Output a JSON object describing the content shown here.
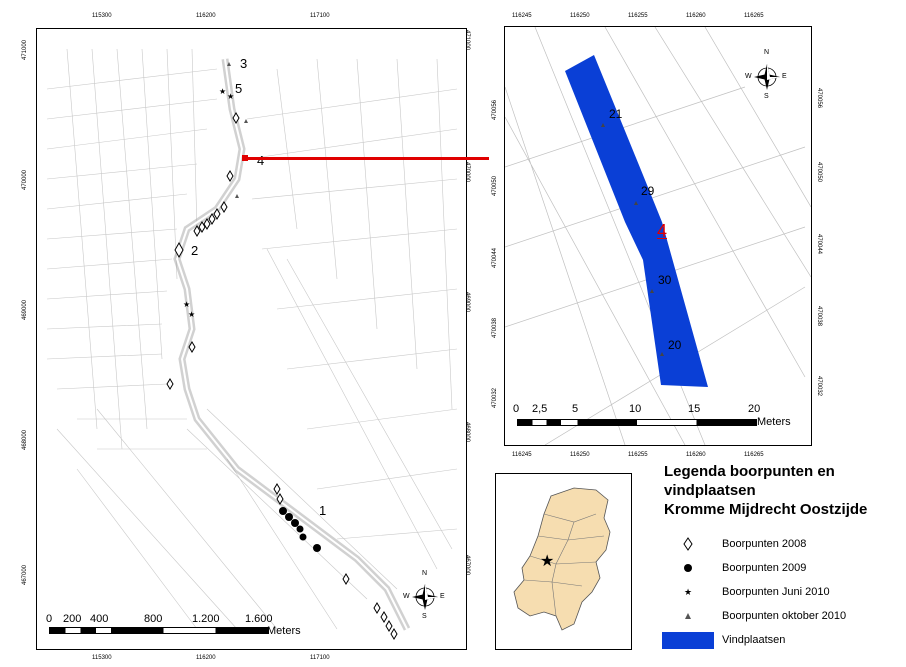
{
  "left_map": {
    "top_ticks": [
      "115300",
      "116200",
      "117100"
    ],
    "bottom_ticks": [
      "115300",
      "116200",
      "117100"
    ],
    "left_ticks": [
      "471000",
      "470000",
      "469000",
      "468000",
      "467000"
    ],
    "right_ticks": [
      "471000",
      "470000",
      "469000",
      "468000",
      "467000"
    ],
    "point_labels": [
      "3",
      "5",
      "4",
      "2",
      "1"
    ],
    "scale_numbers": [
      "0",
      "200",
      "400",
      "800",
      "1.200",
      "1.600"
    ],
    "scale_unit": "Meters",
    "compass": {
      "n": "N",
      "s": "S",
      "e": "E",
      "w": "W"
    }
  },
  "right_map": {
    "top_ticks": [
      "116245",
      "116250",
      "116255",
      "116260",
      "116265"
    ],
    "bottom_ticks": [
      "116245",
      "116250",
      "116255",
      "116260",
      "116265"
    ],
    "left_ticks": [
      "470056",
      "470050",
      "470044",
      "470038",
      "470032"
    ],
    "right_ticks": [
      "470056",
      "470050",
      "470044",
      "470038",
      "470032"
    ],
    "point_labels": [
      "21",
      "29",
      "30",
      "20"
    ],
    "site_label": "4",
    "scale_numbers": [
      "0",
      "2,5",
      "5",
      "10",
      "15",
      "20"
    ],
    "scale_unit": "Meters",
    "compass": {
      "n": "N",
      "s": "S",
      "e": "E",
      "w": "W"
    }
  },
  "legend": {
    "title_lines": [
      "Legenda boorpunten en",
      "vindplaatsen",
      "Kromme Mijdrecht Oostzijde"
    ],
    "items": [
      {
        "label": "Boorpunten 2008",
        "symbol": "diamond"
      },
      {
        "label": "Boorpunten 2009",
        "symbol": "dot"
      },
      {
        "label": "Boorpunten Juni 2010",
        "symbol": "star"
      },
      {
        "label": "Boorpunten oktober 2010",
        "symbol": "triangle"
      },
      {
        "label": "Vindplaatsen",
        "symbol": "blue-rect"
      }
    ]
  },
  "colors": {
    "site_fill": "#0a3fd6",
    "connector": "#e00000",
    "lines": "#b8b8b8",
    "netherlands": "#f6ddb0"
  }
}
